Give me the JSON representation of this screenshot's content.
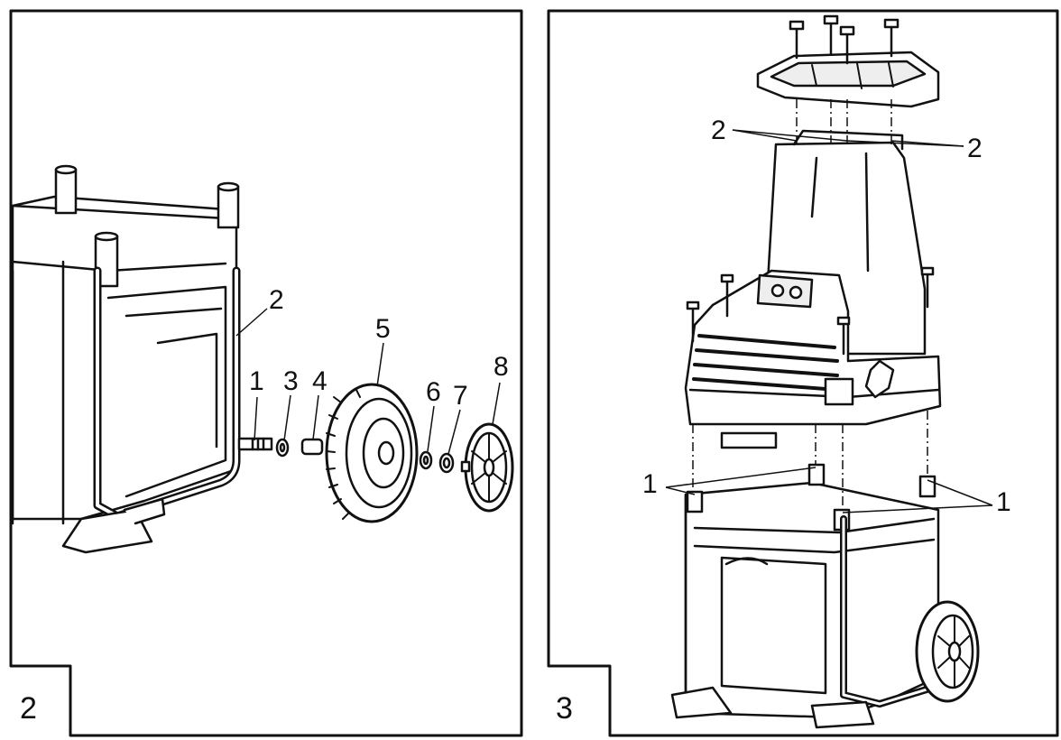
{
  "panels": [
    {
      "number": "2",
      "callouts": [
        "2",
        "1",
        "3",
        "4",
        "5",
        "6",
        "7",
        "8"
      ]
    },
    {
      "number": "3",
      "callouts": [
        "2",
        "2",
        "1",
        "1"
      ]
    }
  ],
  "colors": {
    "line": "#111111",
    "fill": "#ffffff",
    "shade": "#eeeeee"
  }
}
